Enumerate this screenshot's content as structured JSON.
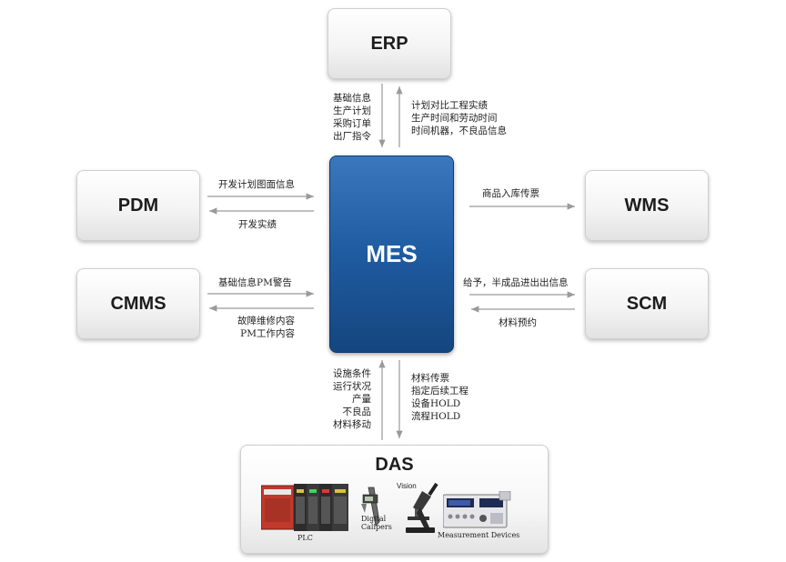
{
  "nodes": {
    "erp": "ERP",
    "pdm": "PDM",
    "wms": "WMS",
    "cmms": "CMMS",
    "scm": "SCM",
    "mes": "MES",
    "das": "DAS"
  },
  "flows": {
    "erp_to_mes": [
      "基础信息",
      "生产计划",
      "采购订单",
      "出厂指令"
    ],
    "mes_to_erp": [
      "计划对比工程实绩",
      "生产时间和劳动时间",
      "时间机器，不良品信息"
    ],
    "pdm_to_mes": "开发计划图面信息",
    "mes_to_pdm": "开发实绩",
    "mes_to_wms": "商品入库传票",
    "cmms_to_mes": "基础信息PM警告",
    "mes_to_cmms": [
      "故障维修内容",
      "PM工作内容"
    ],
    "mes_to_scm": "给予，半成品进出出信息",
    "scm_to_mes": "材料预约",
    "das_to_mes": [
      "设施条件",
      "运行状况",
      "产量",
      "不良品",
      "材料移动"
    ],
    "mes_to_das": [
      "材料传票",
      "指定后续工程",
      "设备HOLD",
      "流程HOLD"
    ]
  },
  "devices": {
    "plc": "PLC",
    "calipers": [
      "Digital",
      "Calipers"
    ],
    "vision": "Vision",
    "measurement": "Measurement Devices"
  },
  "colors": {
    "mes_blue": "#1f5ba0",
    "arrow_gray": "#9a9a9a"
  }
}
